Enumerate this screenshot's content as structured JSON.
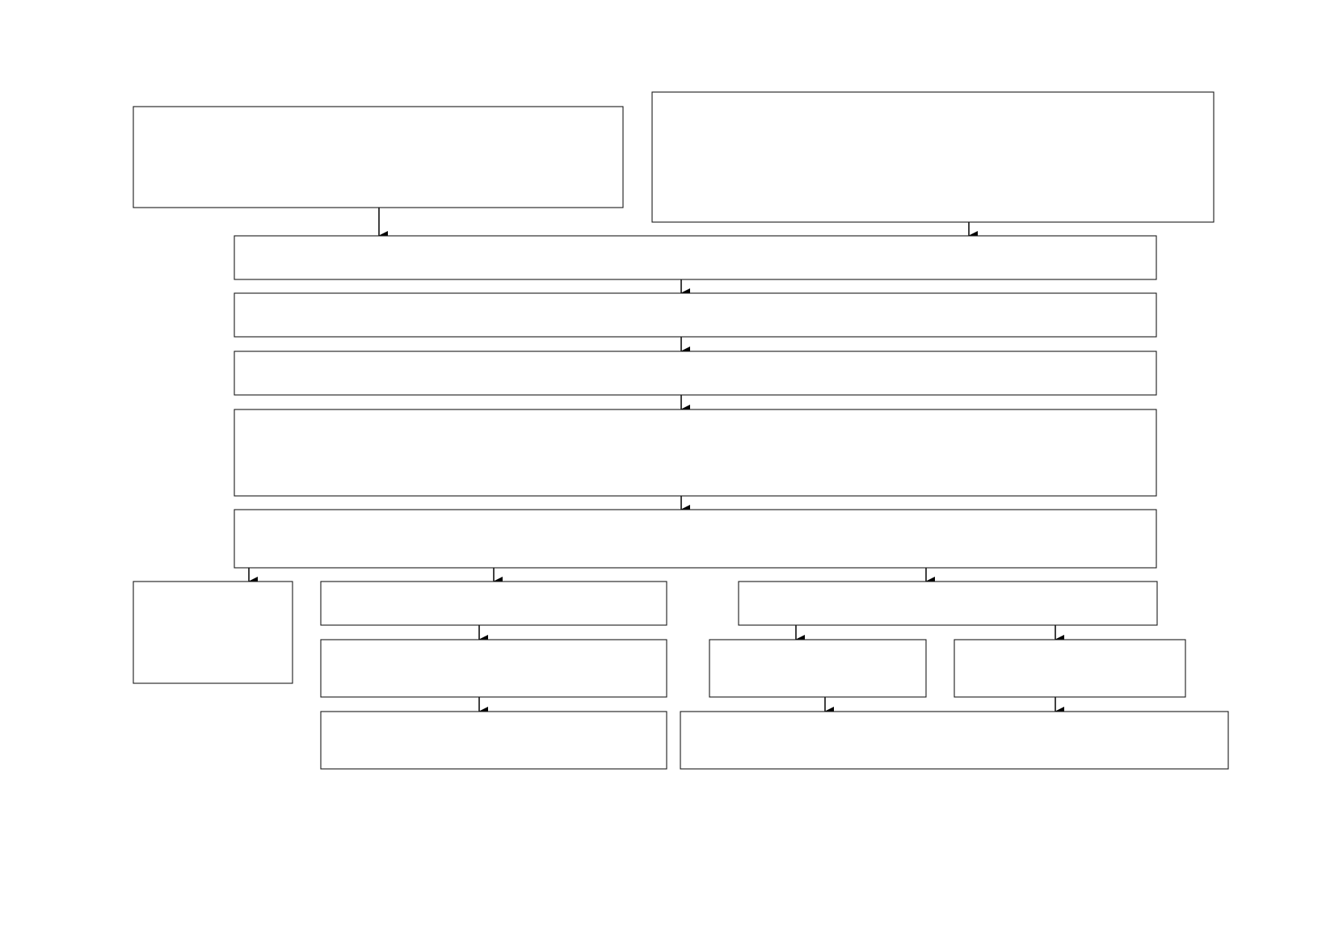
{
  "diagram": {
    "type": "flowchart",
    "colors": {
      "background": "#ffffff",
      "box_stroke": "#1a1a1a",
      "box_fill": "#ffffff",
      "arrow": "#000000"
    },
    "nodes": [
      {
        "id": "top-left-box",
        "text": ""
      },
      {
        "id": "top-right-box",
        "text": ""
      },
      {
        "id": "step-1-box",
        "text": ""
      },
      {
        "id": "step-2-box",
        "text": ""
      },
      {
        "id": "step-3-box",
        "text": ""
      },
      {
        "id": "step-4-box",
        "text": ""
      },
      {
        "id": "step-5-box",
        "text": ""
      },
      {
        "id": "bottom-left-box",
        "text": ""
      },
      {
        "id": "left-branch-box-1",
        "text": ""
      },
      {
        "id": "left-branch-box-2",
        "text": ""
      },
      {
        "id": "left-branch-box-3",
        "text": ""
      },
      {
        "id": "right-branch-box-1",
        "text": ""
      },
      {
        "id": "right-branch-left-box",
        "text": ""
      },
      {
        "id": "right-branch-right-box",
        "text": ""
      },
      {
        "id": "bottom-right-wide-box",
        "text": ""
      }
    ],
    "edges": [
      {
        "from": "top-left-box",
        "to": "step-1-box"
      },
      {
        "from": "top-right-box",
        "to": "step-1-box"
      },
      {
        "from": "step-1-box",
        "to": "step-2-box"
      },
      {
        "from": "step-2-box",
        "to": "step-3-box"
      },
      {
        "from": "step-3-box",
        "to": "step-4-box"
      },
      {
        "from": "step-4-box",
        "to": "step-5-box"
      },
      {
        "from": "step-5-box",
        "to": "bottom-left-box"
      },
      {
        "from": "step-5-box",
        "to": "left-branch-box-1"
      },
      {
        "from": "step-5-box",
        "to": "right-branch-box-1"
      },
      {
        "from": "left-branch-box-1",
        "to": "left-branch-box-2"
      },
      {
        "from": "left-branch-box-2",
        "to": "left-branch-box-3"
      },
      {
        "from": "right-branch-box-1",
        "to": "right-branch-left-box"
      },
      {
        "from": "right-branch-box-1",
        "to": "right-branch-right-box"
      },
      {
        "from": "right-branch-left-box",
        "to": "bottom-right-wide-box"
      },
      {
        "from": "right-branch-right-box",
        "to": "bottom-right-wide-box"
      }
    ]
  }
}
